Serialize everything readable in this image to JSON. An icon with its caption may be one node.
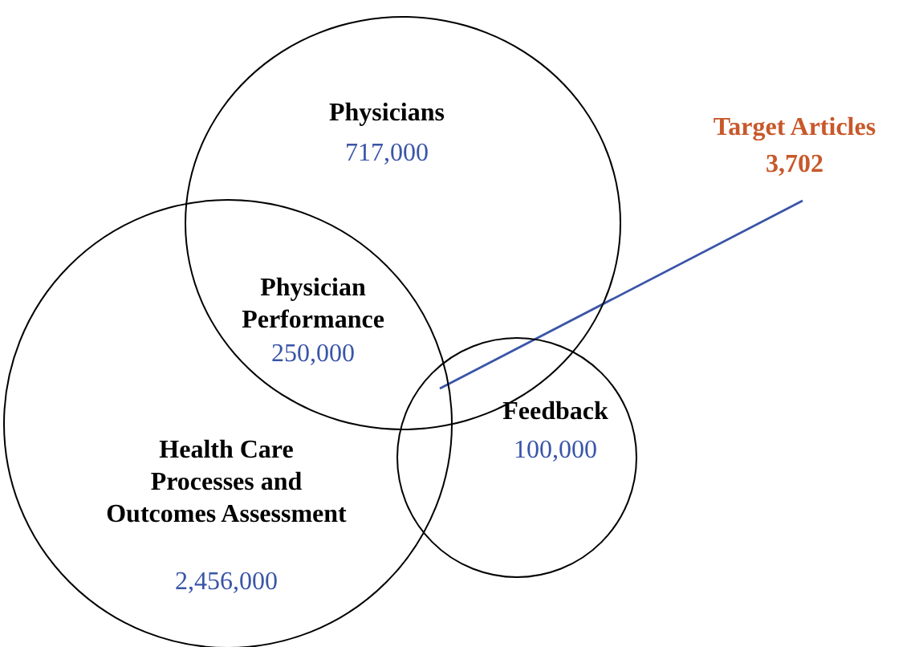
{
  "diagram": {
    "nodes": [
      {
        "text": [
          "Physicians",
          "717,000"
        ]
      },
      {
        "text": [
          "Health Care Processes and Outcomes Assessment",
          "2,456,000"
        ]
      },
      {
        "text": [
          "Feedback",
          "100,000"
        ]
      },
      {
        "text": [
          "Target Articles",
          "3,702"
        ]
      }
    ],
    "edges": [
      {
        "from": 3,
        "to": 2,
        "arrow": "none"
      }
    ],
    "labels": [
      "Physician Performance",
      "250,000"
    ]
  }
}
